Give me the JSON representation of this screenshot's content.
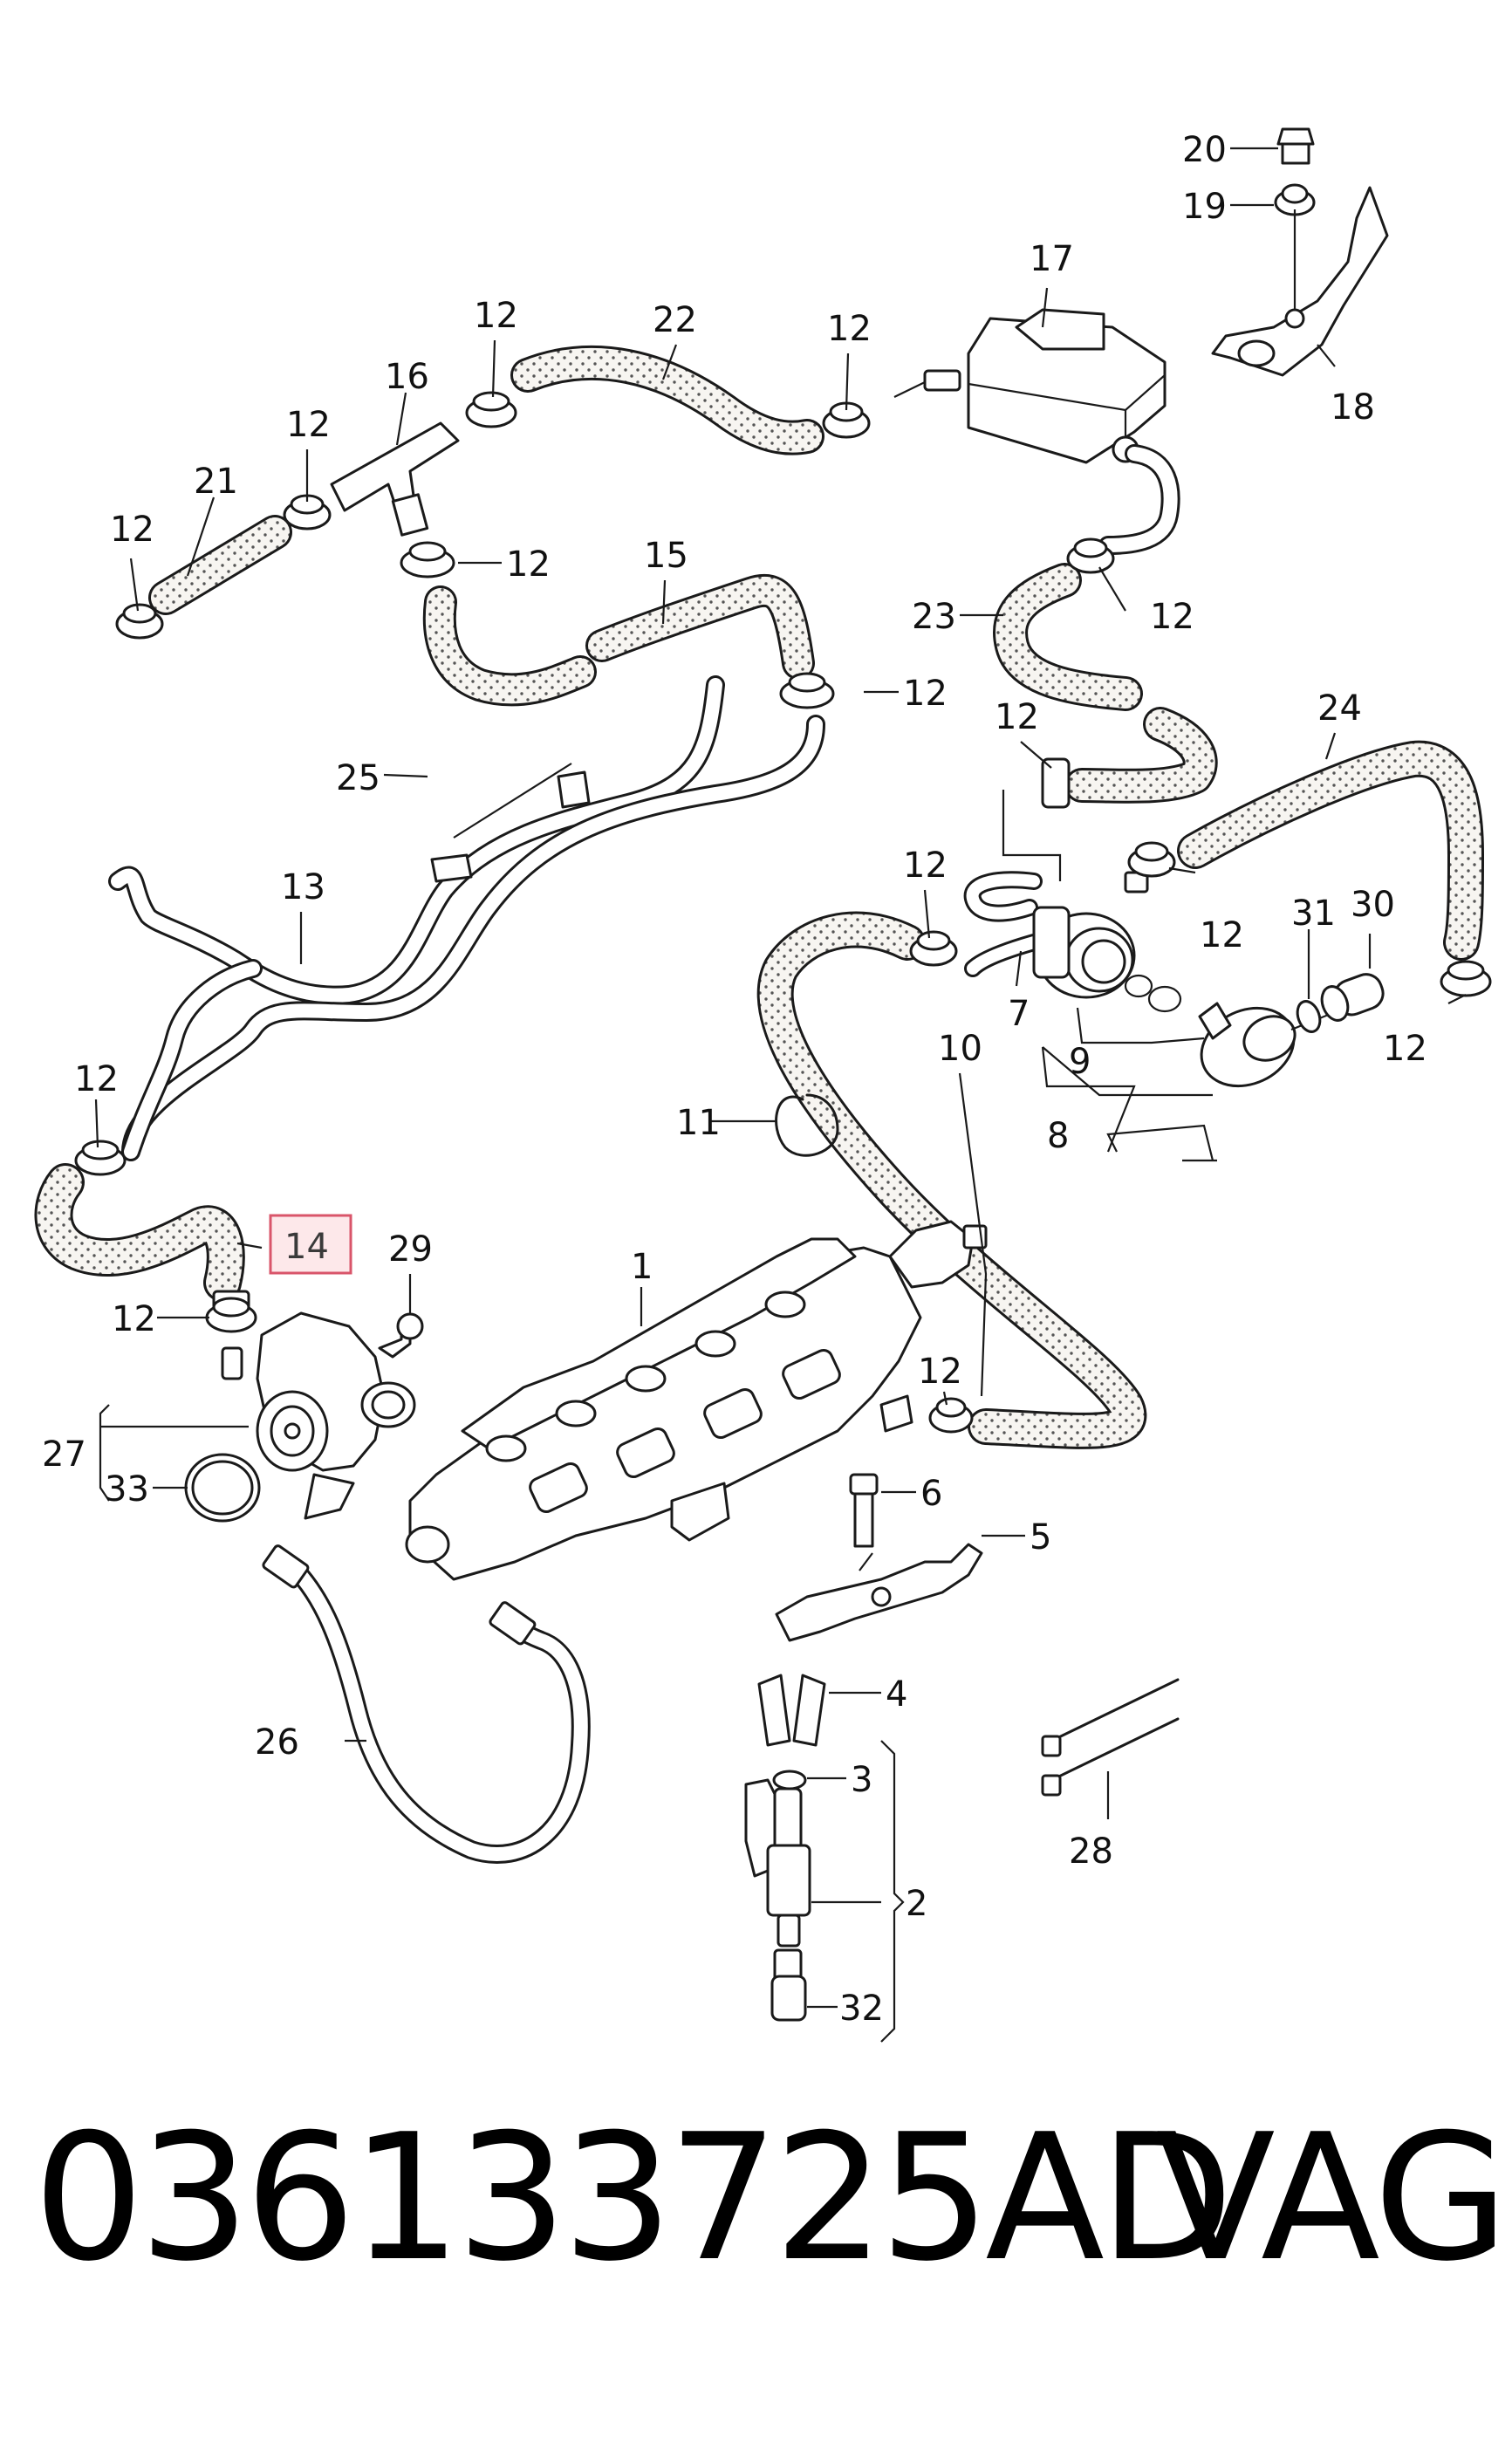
{
  "diagram": {
    "highlight_color": "#d9556a",
    "hose_fill_color": "#f4f2ee",
    "labels": [
      {
        "id": "20",
        "text": "20"
      },
      {
        "id": "19",
        "text": "19"
      },
      {
        "id": "17",
        "text": "17"
      },
      {
        "id": "18",
        "text": "18"
      },
      {
        "id": "12a",
        "text": "12"
      },
      {
        "id": "22",
        "text": "22"
      },
      {
        "id": "12b",
        "text": "12"
      },
      {
        "id": "16",
        "text": "16"
      },
      {
        "id": "12c",
        "text": "12"
      },
      {
        "id": "21",
        "text": "21"
      },
      {
        "id": "12d",
        "text": "12"
      },
      {
        "id": "12e",
        "text": "12"
      },
      {
        "id": "15",
        "text": "15"
      },
      {
        "id": "23",
        "text": "23"
      },
      {
        "id": "12f",
        "text": "12"
      },
      {
        "id": "12g",
        "text": "12"
      },
      {
        "id": "24",
        "text": "24"
      },
      {
        "id": "25",
        "text": "25"
      },
      {
        "id": "12h",
        "text": "12"
      },
      {
        "id": "12i",
        "text": "12"
      },
      {
        "id": "13",
        "text": "13"
      },
      {
        "id": "12j",
        "text": "12"
      },
      {
        "id": "31",
        "text": "31"
      },
      {
        "id": "30",
        "text": "30"
      },
      {
        "id": "7",
        "text": "7"
      },
      {
        "id": "12k",
        "text": "12"
      },
      {
        "id": "9",
        "text": "9"
      },
      {
        "id": "12l",
        "text": "12"
      },
      {
        "id": "10",
        "text": "10"
      },
      {
        "id": "8",
        "text": "8"
      },
      {
        "id": "11",
        "text": "11"
      },
      {
        "id": "14",
        "text": "14",
        "highlighted": true
      },
      {
        "id": "29",
        "text": "29"
      },
      {
        "id": "1",
        "text": "1"
      },
      {
        "id": "12m",
        "text": "12"
      },
      {
        "id": "12n",
        "text": "12"
      },
      {
        "id": "27",
        "text": "27"
      },
      {
        "id": "33",
        "text": "33"
      },
      {
        "id": "6",
        "text": "6"
      },
      {
        "id": "5",
        "text": "5"
      },
      {
        "id": "4",
        "text": "4"
      },
      {
        "id": "3",
        "text": "3"
      },
      {
        "id": "26",
        "text": "26"
      },
      {
        "id": "28",
        "text": "28"
      },
      {
        "id": "2",
        "text": "2"
      },
      {
        "id": "32",
        "text": "32"
      }
    ]
  },
  "footer": {
    "part_number": "036133725AD",
    "brand": "VAG"
  }
}
